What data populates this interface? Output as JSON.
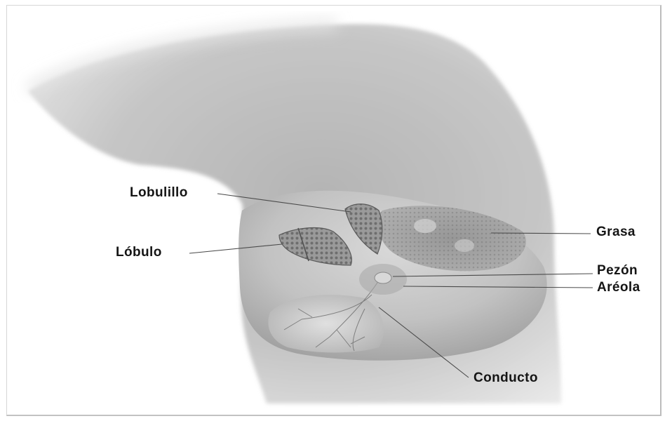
{
  "diagram": {
    "labels": {
      "lobulillo": "Lobulillo",
      "lobulo": "Lóbulo",
      "grasa": "Grasa",
      "pezon": "Pezón",
      "areola": "Aréola",
      "conducto": "Conducto"
    },
    "colors": {
      "background": "#ffffff",
      "skin": "#c9c9c9",
      "skin_shadow": "#8f8f8f",
      "tissue": "#7d7d7d",
      "leader_line": "#4a4a4a",
      "label_text": "#151515"
    }
  }
}
